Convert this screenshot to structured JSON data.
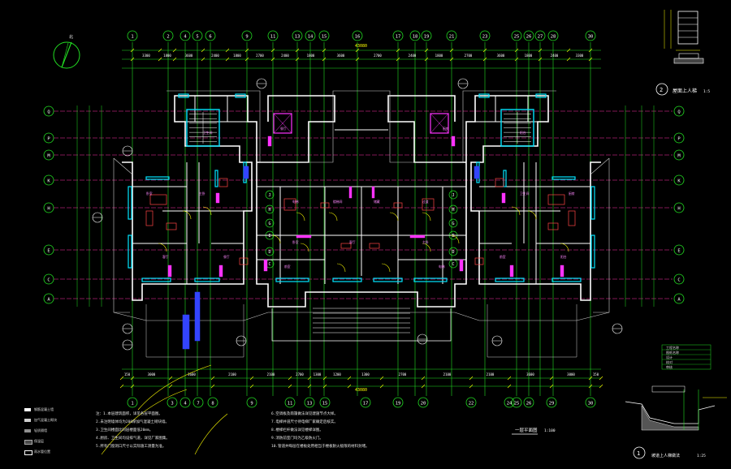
{
  "drawing": {
    "main_title": "一层平面图",
    "main_scale": "1:100",
    "stair_detail_title": "屋面上人梯",
    "stair_detail_scale": "1:5",
    "stair_detail_number": "2",
    "ramp_detail_title": "坡道上人梯做法",
    "ramp_detail_scale": "1:25",
    "ramp_detail_number": "1",
    "total_length": "43080",
    "north_label": "北"
  },
  "axes": {
    "top": [
      "1",
      "2",
      "4",
      "5",
      "6",
      "9",
      "11",
      "13",
      "14",
      "15",
      "16",
      "17",
      "18",
      "19",
      "21",
      "23",
      "25",
      "26",
      "27",
      "28",
      "30"
    ],
    "bottom": [
      "1",
      "3",
      "4",
      "7",
      "8",
      "9",
      "11",
      "13",
      "15",
      "17",
      "19",
      "20",
      "22",
      "24",
      "25",
      "26",
      "29",
      "30"
    ],
    "left_rows": [
      "Q",
      "P",
      "M",
      "K",
      "H",
      "E",
      "C",
      "A"
    ],
    "right_rows": [
      "Q",
      "P",
      "M",
      "K",
      "H",
      "E",
      "C",
      "A"
    ]
  },
  "dims": {
    "top_row": [
      "3300",
      "1800",
      "3600",
      "2400",
      "1800",
      "2700",
      "2400",
      "1800",
      "3600",
      "2700",
      "2400",
      "1800",
      "2700",
      "3600",
      "1800",
      "2400",
      "3300"
    ],
    "bottom_row": [
      "150",
      "3000",
      "3600",
      "2100",
      "2100",
      "2700",
      "1300",
      "1200",
      "1300",
      "2700",
      "2100",
      "2100",
      "3600",
      "3000",
      "150"
    ]
  },
  "room_labels": [
    "卧室",
    "主卧",
    "客厅",
    "餐厅",
    "厨房",
    "卫生间",
    "阳台",
    "前室",
    "电梯",
    "楼梯间",
    "储藏",
    "过道"
  ],
  "grid_labels_inner": [
    "J",
    "H",
    "G",
    "E",
    "D",
    "C"
  ],
  "notes": {
    "col1": [
      "注：1.本层建筑面积，详见各层平面图。",
      "2.未注明墙体均为200厚加气混凝土砌块墙。",
      "3.卫生间楼面比同层楼面低20mm。",
      "4.厨房、卫生间均设排气道，详见厂家图集。",
      "5.所有门窗洞口尺寸以实际施工测量为准。"
    ],
    "col2": [
      "6.空调板及雨篷做法详见建施节点大样。",
      "7.电梯井道尺寸待电梯厂家确定后核实。",
      "8.楼梯栏杆做法详见楼梯详图。",
      "9.消防前室门均为乙级防火门。",
      "10.管道井每层在楼板处用相当于楼板耐火极限的材料封堵。"
    ]
  },
  "legend": [
    {
      "label": "钢筋混凝土墙",
      "color": "#ffffff"
    },
    {
      "label": "加气混凝土砌块",
      "color": "#cfcfcf"
    },
    {
      "label": "轻质隔墙",
      "color": "#8f8f8f"
    },
    {
      "label": "保温层",
      "color": "#4a4a4a"
    },
    {
      "label": "雨水管位置",
      "color": "#000000"
    }
  ],
  "title_block": [
    "工程名称",
    "图纸名称",
    "设计",
    "校对",
    "审核"
  ],
  "colors": {
    "axis_line": "#22dd22",
    "wall": "#ffffff",
    "window": "#00e5ff",
    "door": "#ff33ff",
    "dim": "#ffff00",
    "furniture": "#ff4444",
    "hatch": "#3344ff",
    "background": "#000000"
  }
}
